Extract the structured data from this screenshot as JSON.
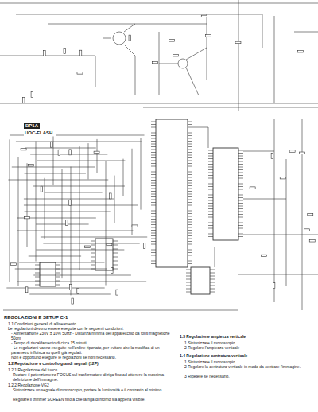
{
  "diagram": {
    "nodes": [
      {
        "text": [
          "BP1A",
          "UOC-FLASH"
        ]
      }
    ],
    "labels": [
      "REGOLAZIONI E SETUP C-1",
      "1.1 Condizioni generali di allineamento",
      "Le regolazioni devono essere eseguite con le seguenti condizioni:",
      "- Alimentazione 230V ± 10% 50Hz - Distanza minima dell'apparecchio da fonti magnetiche 50cm",
      "- Tempo di riscaldamento di circa 15 minuti",
      "- Le regolazioni vanno eseguite nell'ordine riportato, per evitare che la modifica di un parametro influisca su quelli già regolati.",
      "Non è opportuno eseguire le regolazioni se non necessario.",
      "1.2 Regolazione e controllo grandi segnali (12P)",
      "1.2.1 Regolazione del fuoco",
      "Ruotare il potenziometro FOCUS sul trasformatore di riga fino ad ottenere la massima definizione dell'immagine.",
      "1.2.2 Regolazione VG2",
      "Sintonizzare un segnale di monoscopio, portare la luminosità e il contrasto al minimo.",
      "Regolare il trimmer SCREEN fino a che la riga di ritorno sia appena visibile.",
      "1.3 Regolazione ampiezza verticale",
      "1 Sintonizzare il monoscopio",
      "2 Regolare l'ampiezza verticale",
      "1.4 Regolazione centratura verticale",
      "1 Sintonizzare il monoscopio",
      "2 Regolare la centratura verticale in modo da centrare l'immagine.",
      "3 Ripetere se necessario."
    ]
  }
}
